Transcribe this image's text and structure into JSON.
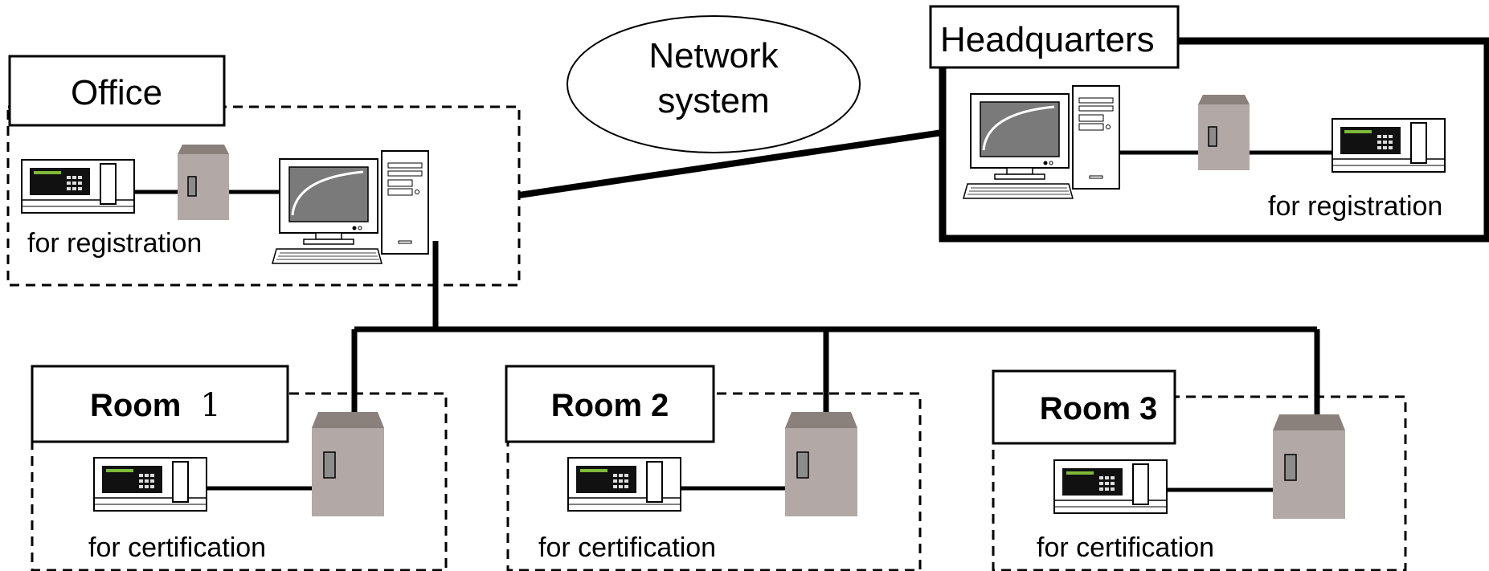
{
  "network_label": [
    "Network",
    "system"
  ],
  "headquarters": {
    "title": "Headquarters",
    "device_caption": "for registration"
  },
  "office": {
    "title": "Office",
    "device_caption": "for registration"
  },
  "rooms": [
    {
      "title_word": "Room",
      "title_number": "1",
      "device_caption": "for certification"
    },
    {
      "title_word": "Room",
      "title_number": "2",
      "device_caption": "for certification"
    },
    {
      "title_word": "Room",
      "title_number": "3",
      "device_caption": "for certification"
    }
  ],
  "colors": {
    "line": "#000000",
    "controller_body": "#b2a8a5",
    "controller_top": "#8a807c",
    "screen": "#7a7a7a",
    "reader_display": "#111111",
    "reader_led": "#7fb93a"
  },
  "icons": [
    "desktop-computer-icon",
    "controller-box-icon",
    "card-reader-icon"
  ]
}
